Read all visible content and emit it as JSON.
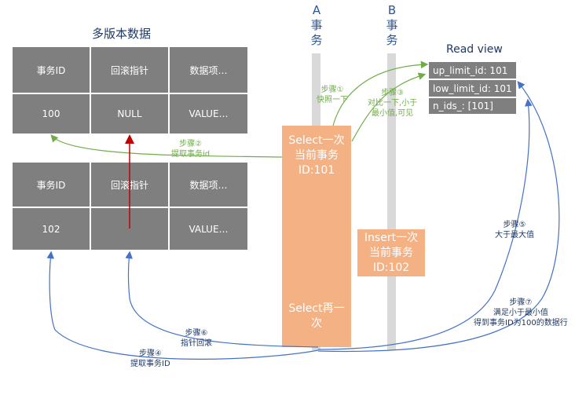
{
  "multi_version_title": "多版本数据",
  "table_top": {
    "headers": [
      "事务ID",
      "回滚指针",
      "数据项…"
    ],
    "values": [
      "100",
      "NULL",
      "VALUE…"
    ]
  },
  "table_bottom": {
    "headers": [
      "事务ID",
      "回滚指针",
      "数据项…"
    ],
    "values": [
      "102",
      "",
      "VALUE…"
    ]
  },
  "lane_a": {
    "letter": "A",
    "chars": [
      "事",
      "务"
    ]
  },
  "lane_b": {
    "letter": "B",
    "chars": [
      "事",
      "务"
    ]
  },
  "read_view": {
    "title": "Read view",
    "rows": [
      "up_limit_id:  101",
      "low_limit_id:  101",
      "n_ids_:  [101]"
    ]
  },
  "tx_a_select1": [
    "Select一次",
    "当前事务",
    "ID:101"
  ],
  "tx_a_select2": [
    "Select再一",
    "次"
  ],
  "tx_b_insert": [
    "Insert一次",
    "当前事务",
    "ID:102"
  ],
  "steps": {
    "s1": [
      "步骤①",
      "快照一下"
    ],
    "s2": [
      "步骤②",
      "提取事务id"
    ],
    "s3": [
      "步骤③",
      "对比一下,小于",
      "最小值,可见"
    ],
    "s4": [
      "步骤④",
      "提取事务ID"
    ],
    "s5": [
      "步骤⑤",
      "大于最大值"
    ],
    "s6": [
      "步骤⑥",
      "指针回滚"
    ],
    "s7": [
      "步骤⑦",
      "满足小于最小值",
      "得到事务ID为100的数据行"
    ]
  },
  "colors": {
    "green": "#70ad47",
    "blue": "#4472c4",
    "red": "#c00000",
    "orange": "#f4b183",
    "gray": "#7f7f7f"
  }
}
